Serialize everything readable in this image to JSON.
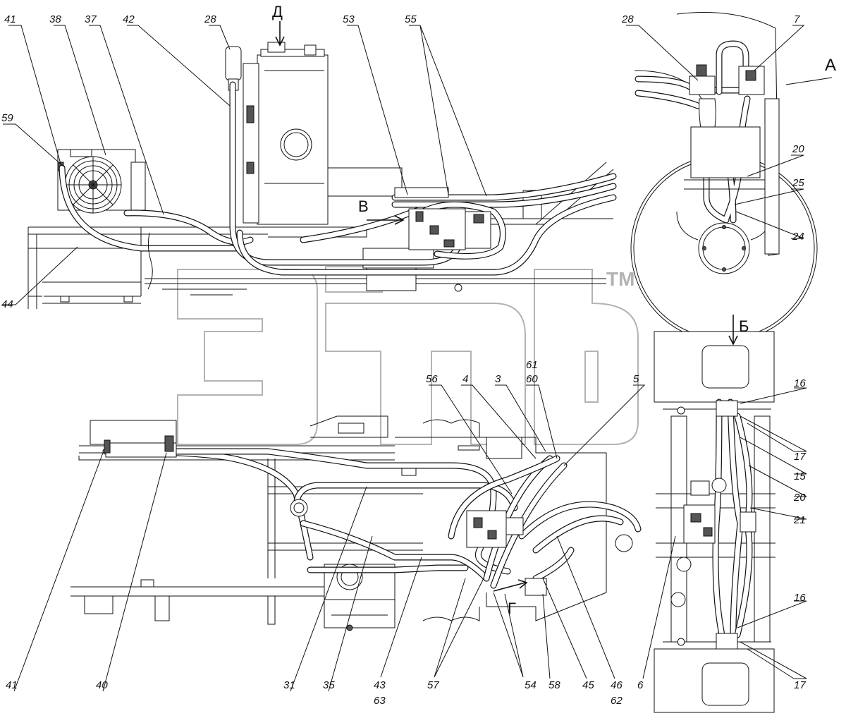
{
  "watermark": {
    "text": "эпс",
    "tm": "TM"
  },
  "views": {
    "a": "А",
    "b": "Б",
    "v": "В",
    "g": "Г",
    "d": "Д"
  },
  "callouts": {
    "c41t": "41",
    "c38": "38",
    "c37": "37",
    "c42": "42",
    "c28t": "28",
    "c53": "53",
    "c55": "55",
    "c59": "59",
    "c44": "44",
    "c28r": "28",
    "c7": "7",
    "c20r": "20",
    "c25": "25",
    "c24": "24",
    "c56": "56",
    "c4": "4",
    "c3": "3",
    "c61": "61",
    "c60": "60",
    "c5": "5",
    "c16a": "16",
    "c17a": "17",
    "c15": "15",
    "c20b": "20",
    "c21": "21",
    "c16b": "16",
    "c17b": "17",
    "c41b": "41",
    "c40": "40",
    "c31": "31",
    "c35": "35",
    "c43": "43",
    "c63": "63",
    "c57": "57",
    "c54": "54",
    "c58": "58",
    "c45": "45",
    "c46": "46",
    "c62": "62",
    "c6": "6"
  },
  "icons": [
    "cooling-fan-icon",
    "hydraulic-tank-icon",
    "hydraulic-pump-icon",
    "control-valve-icon",
    "wheel-icon",
    "view-arrow-icon"
  ]
}
